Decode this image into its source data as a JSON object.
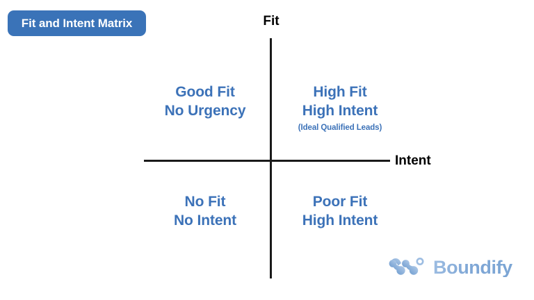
{
  "title_badge": {
    "label": "Fit and Intent Matrix",
    "background_color": "#3a73b8",
    "text_color": "#ffffff"
  },
  "axes": {
    "vertical_label": "Fit",
    "horizontal_label": "Intent",
    "line_color": "#1a1a1a"
  },
  "quadrants": [
    {
      "position": "top-left",
      "line1": "Good Fit",
      "line2": "No Urgency",
      "sublabel": ""
    },
    {
      "position": "top-right",
      "line1": "High Fit",
      "line2": "High Intent",
      "sublabel": "(Ideal Qualified Leads)"
    },
    {
      "position": "bottom-left",
      "line1": "No Fit",
      "line2": "No Intent",
      "sublabel": ""
    },
    {
      "position": "bottom-right",
      "line1": "Poor Fit",
      "line2": "High Intent",
      "sublabel": ""
    }
  ],
  "quadrant_text_color": "#3c72b8",
  "logo": {
    "name": "Boundify",
    "mark": "wave-dots-icon",
    "gradient_start": "#9dbde2",
    "gradient_end": "#7ba5d4"
  },
  "chart_data": {
    "type": "scatter",
    "title": "Fit and Intent Matrix",
    "xlabel": "Intent",
    "ylabel": "Fit",
    "grid": false,
    "legend": "none",
    "quadrant_labels": [
      "Good Fit No Urgency",
      "High Fit High Intent (Ideal Qualified Leads)",
      "No Fit No Intent",
      "Poor Fit High Intent"
    ],
    "series": []
  }
}
